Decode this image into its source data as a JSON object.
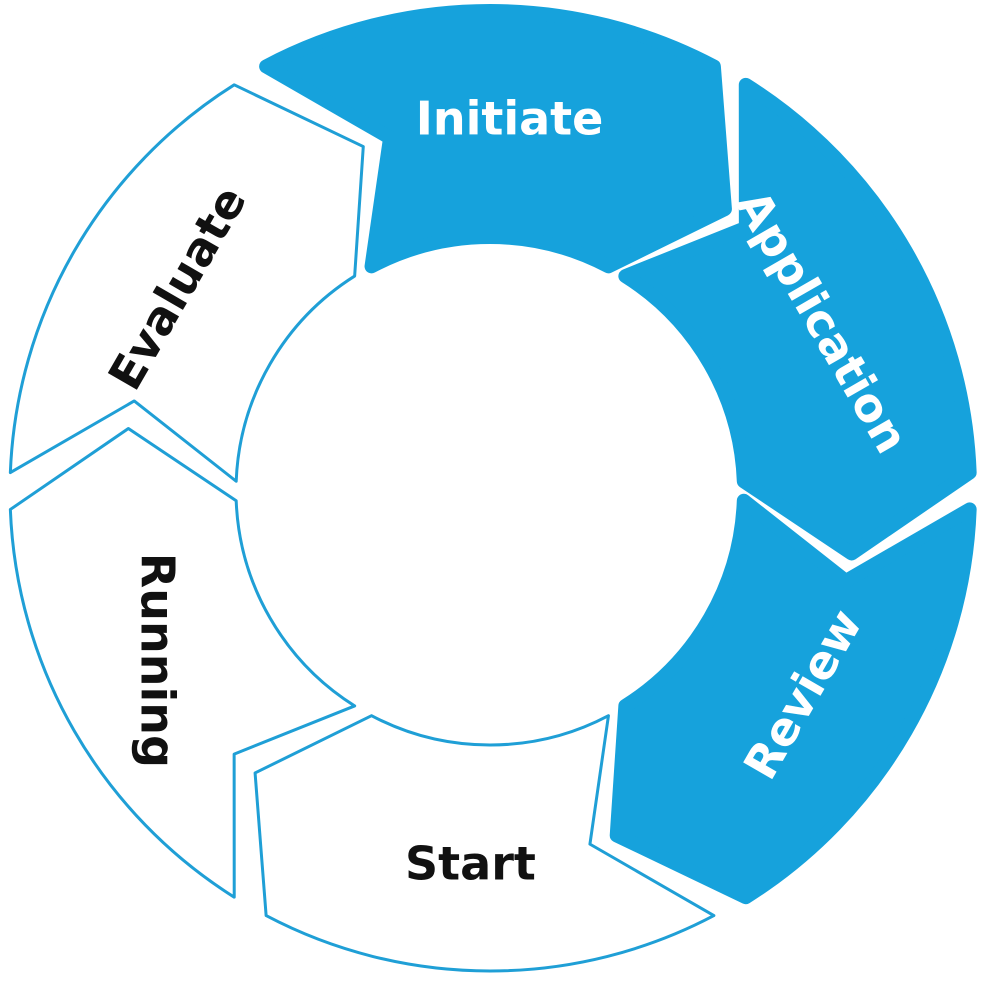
{
  "colors": {
    "accent": "#16a2dc",
    "outline": "#1f9fd6",
    "filled_text": "#ffffff",
    "outline_text": "#111111",
    "background": "#ffffff"
  },
  "stages": [
    {
      "id": "initiate",
      "label": "Initiate",
      "filled": true
    },
    {
      "id": "application",
      "label": "Application",
      "filled": true
    },
    {
      "id": "review",
      "label": "Review",
      "filled": true
    },
    {
      "id": "start",
      "label": "Start",
      "filled": false
    },
    {
      "id": "running",
      "label": "Running",
      "filled": false
    },
    {
      "id": "evaluate",
      "label": "Evaluate",
      "filled": false
    }
  ]
}
